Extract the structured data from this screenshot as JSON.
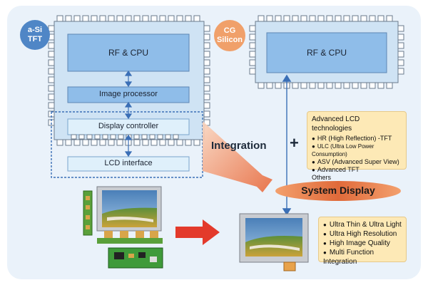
{
  "badges": {
    "asi": "a-Si\nTFT",
    "cg": "CG\nSilicon"
  },
  "left_chip": {
    "rf_cpu": "RF & CPU",
    "image_processor": "Image processor",
    "display_controller": "Display controller",
    "lcd_interface": "LCD interface"
  },
  "right_chip": {
    "rf_cpu": "RF & CPU"
  },
  "integration": "Integration",
  "plus": "+",
  "system_display": "System Display",
  "advanced_box": {
    "title": "Advanced LCD technologies",
    "items": [
      "HR (High Reflection) -TFT",
      "ULC (Ultra Low Power Consumption)",
      "ASV (Advanced Super View)",
      "Advanced TFT"
    ],
    "others": "Others"
  },
  "features_box": {
    "items": [
      "Ultra Thin & Ultra Light",
      "Ultra High Resolution",
      "High Image Quality",
      "Multi Function Integration"
    ]
  },
  "colors": {
    "panel_bg": "#eaf2fa",
    "chip_blue": "#9cc6ee",
    "chip_dark": "#7fa9d6",
    "block_light": "#dff0fb",
    "badge_blue": "#4f86c6",
    "badge_orange": "#f0a06a",
    "arrow_orange": "#e8683a",
    "red_arrow": "#e33a2b",
    "yellow": "#fde9b6"
  }
}
